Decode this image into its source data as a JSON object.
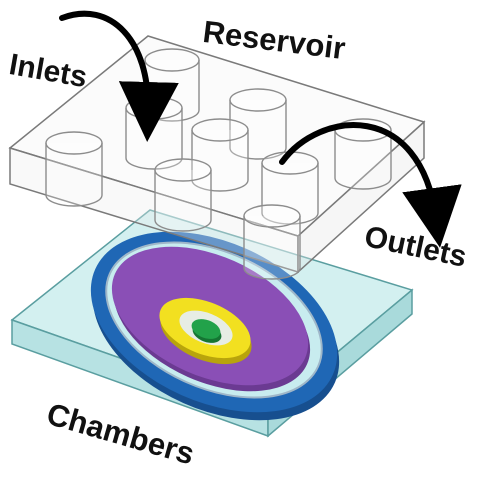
{
  "labels": {
    "reservoir": "Reservoir",
    "inlets": "Inlets",
    "outlets": "Outlets",
    "chambers": "Chambers"
  },
  "colors": {
    "reservoir_edge": "#7a7a7a",
    "well_edge": "#8c8c8c",
    "chamber_slab": "#cfeeee",
    "chamber_slab_edge": "#5a9ea0",
    "outer_ring": "#1f67b5",
    "purple_disc": "#8a4fb6",
    "yellow_ring": "#f2e020",
    "green_center": "#22a24a",
    "arrow": "#000000"
  }
}
